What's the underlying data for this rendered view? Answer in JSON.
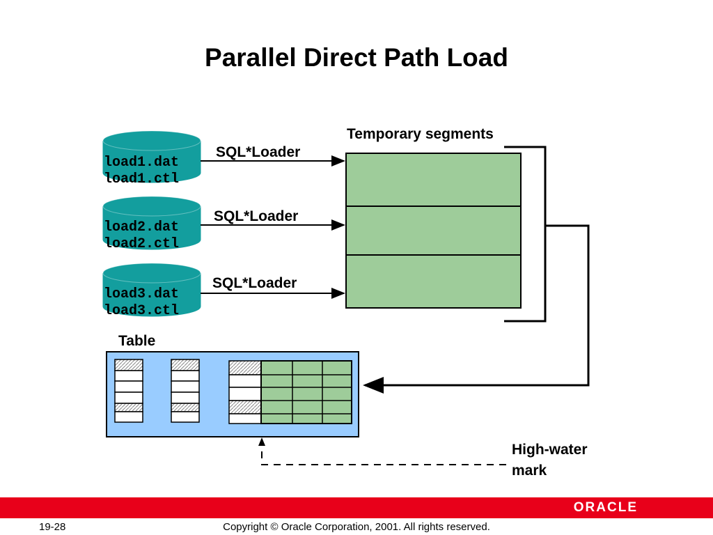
{
  "title": "Parallel Direct Path Load",
  "files": [
    {
      "dat": "load1.dat",
      "ctl": "load1.ctl",
      "loader": "SQL*Loader"
    },
    {
      "dat": "load2.dat",
      "ctl": "load2.ctl",
      "loader": "SQL*Loader"
    },
    {
      "dat": "load3.dat",
      "ctl": "load3.ctl",
      "loader": "SQL*Loader"
    }
  ],
  "temp_segments_label": "Temporary segments",
  "table_label": "Table",
  "hwm_label_line1": "High-water",
  "hwm_label_line2": "mark",
  "colors": {
    "cylinder": "#139e9e",
    "segment_fill": "#9ecc9a",
    "table_fill": "#99ccff",
    "brand_red": "#e8001a"
  },
  "footer": {
    "page": "19-28",
    "copyright": "Copyright © Oracle Corporation, 2001. All rights reserved.",
    "logo": "ORACLE"
  }
}
